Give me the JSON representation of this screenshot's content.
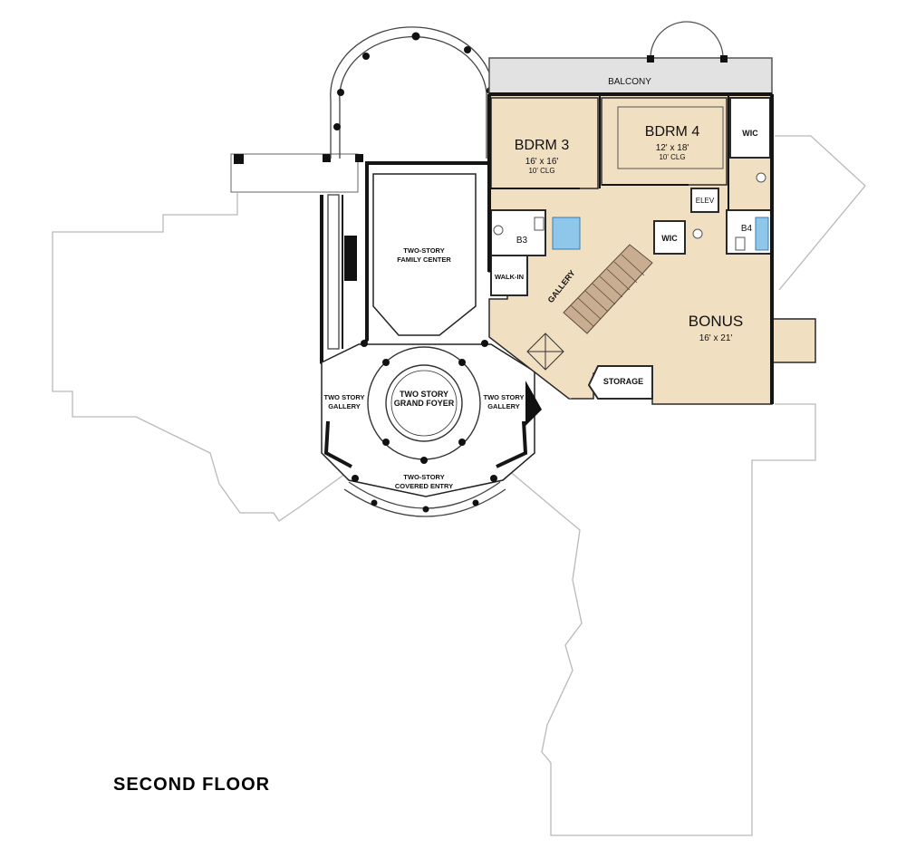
{
  "plan_title": "SECOND FLOOR",
  "rooms": {
    "balcony": "BALCONY",
    "bdrm3_name": "BDRM 3",
    "bdrm3_dim": "16' x 16'",
    "bdrm3_clg": "10' CLG",
    "bdrm4_name": "BDRM 4",
    "bdrm4_dim": "12' x 18'",
    "bdrm4_clg": "10' CLG",
    "wic_top": "WIC",
    "elev": "ELEV",
    "b4": "B4",
    "b3": "B3",
    "wic_mid": "WIC",
    "walkin": "WALK-IN",
    "gallery": "GALLERY",
    "bonus_name": "BONUS",
    "bonus_dim": "16' x 21'",
    "storage": "STORAGE",
    "family_center_l1": "TWO-STORY",
    "family_center_l2": "FAMILY CENTER",
    "foyer_l1": "TWO STORY",
    "foyer_l2": "GRAND FOYER",
    "gallery_left_l1": "TWO STORY",
    "gallery_left_l2": "GALLERY",
    "gallery_right_l1": "TWO STORY",
    "gallery_right_l2": "GALLERY",
    "entry_l1": "TWO-STORY",
    "entry_l2": "COVERED ENTRY"
  },
  "colors": {
    "room_fill": "#f0dfc1",
    "balcony_fill": "#e2e2e2",
    "outline": "#b9b9b9",
    "wall": "#151515",
    "stair": "#c8ad91",
    "fixture_blue": "#8fc7ea"
  }
}
